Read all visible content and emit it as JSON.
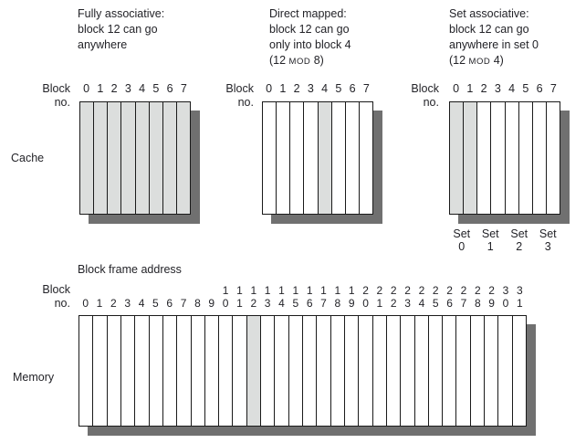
{
  "colors": {
    "highlight": "#dcdedd",
    "shadow": "#707070",
    "ink": "#232328",
    "border": "#1a1a1a"
  },
  "panels": [
    {
      "id": "fully-associative",
      "heading_lines": [
        "Fully associative:",
        "block 12 can go",
        "anywhere"
      ],
      "block_label": "Block",
      "no_label": "no.",
      "digits": [
        "0",
        "1",
        "2",
        "3",
        "4",
        "5",
        "6",
        "7"
      ],
      "block_count": 8,
      "highlighted": [
        0,
        1,
        2,
        3,
        4,
        5,
        6,
        7
      ],
      "side_label": "Cache"
    },
    {
      "id": "direct-mapped",
      "heading_lines": [
        "Direct mapped:",
        "block 12 can go",
        "only into block 4"
      ],
      "mod_line": {
        "open": "(12 ",
        "mod": "MOD",
        "close": " 8)"
      },
      "block_label": "Block",
      "no_label": "no.",
      "digits": [
        "0",
        "1",
        "2",
        "3",
        "4",
        "5",
        "6",
        "7"
      ],
      "block_count": 8,
      "highlighted": [
        4
      ]
    },
    {
      "id": "set-associative",
      "heading_lines": [
        "Set associative:",
        "block 12 can go",
        "anywhere in set 0"
      ],
      "mod_line": {
        "open": "(12 ",
        "mod": "MOD",
        "close": " 4)"
      },
      "block_label": "Block",
      "no_label": "no.",
      "digits": [
        "0",
        "1",
        "2",
        "3",
        "4",
        "5",
        "6",
        "7"
      ],
      "block_count": 8,
      "highlighted": [
        0,
        1
      ],
      "set_labels": [
        {
          "word": "Set",
          "num": "0"
        },
        {
          "word": "Set",
          "num": "1"
        },
        {
          "word": "Set",
          "num": "2"
        },
        {
          "word": "Set",
          "num": "3"
        }
      ]
    }
  ],
  "memory": {
    "title": "Block frame address",
    "block_label": "Block",
    "no_label": "no.",
    "side_label": "Memory",
    "block_count": 32,
    "highlighted": [
      12
    ],
    "tens_digits": [
      "",
      "",
      "",
      "",
      "",
      "",
      "",
      "",
      "",
      "",
      "1",
      "1",
      "1",
      "1",
      "1",
      "1",
      "1",
      "1",
      "1",
      "1",
      "2",
      "2",
      "2",
      "2",
      "2",
      "2",
      "2",
      "2",
      "2",
      "2",
      "3",
      "3"
    ],
    "ones_digits": [
      "0",
      "1",
      "2",
      "3",
      "4",
      "5",
      "6",
      "7",
      "8",
      "9",
      "0",
      "1",
      "2",
      "3",
      "4",
      "5",
      "6",
      "7",
      "8",
      "9",
      "0",
      "1",
      "2",
      "3",
      "4",
      "5",
      "6",
      "7",
      "8",
      "9",
      "0",
      "1"
    ]
  }
}
